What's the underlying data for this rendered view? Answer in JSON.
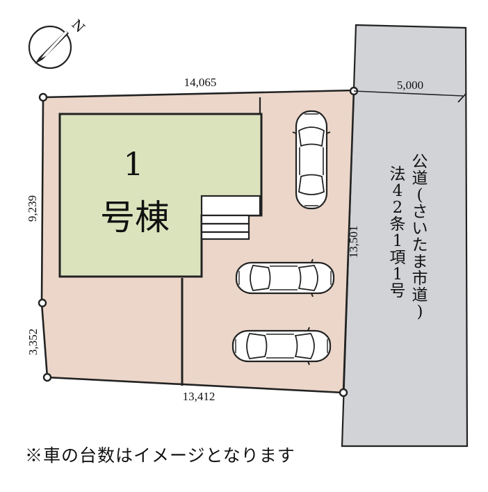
{
  "compass": {
    "label": "N",
    "icon": "north-arrow-icon"
  },
  "dimensions": {
    "north_edge": "14,065",
    "road_width": "5,000",
    "west_upper": "9,239",
    "west_lower": "3,352",
    "south_edge": "13,412",
    "east_edge": "13,501"
  },
  "building": {
    "number": "1",
    "name": "号棟"
  },
  "road": {
    "label": "公道(さいたま市道)法42条1項1号"
  },
  "parking": {
    "car_icon": "car-top-view-icon",
    "count": 3
  },
  "note": "※車の台数はイメージとなります",
  "colors": {
    "lot": "#ebd6c9",
    "building": "#dbe3bd",
    "road": "#d1d3d6",
    "line": "#222222"
  }
}
